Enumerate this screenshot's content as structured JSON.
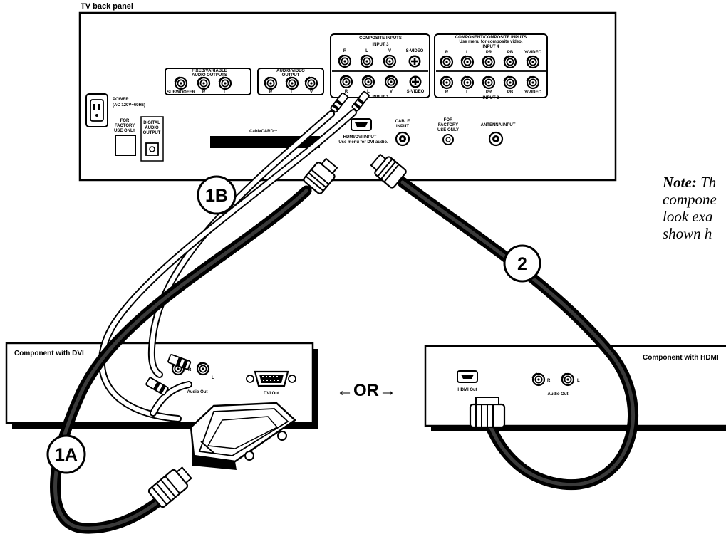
{
  "tv": {
    "title": "TV back panel",
    "power": "POWER",
    "power_sub": "(AC 120V~60Hz)",
    "factory1": [
      "FOR",
      "FACTORY",
      "USE ONLY"
    ],
    "digital_audio": [
      "DIGITAL",
      "AUDIO",
      "OUTPUT"
    ],
    "fixed_audio": [
      "FIXED/VARIABLE",
      "AUDIO OUTPUTS"
    ],
    "fixed_labels": [
      "SUBWOOFER",
      "R",
      "L"
    ],
    "av_output": [
      "AUDIO/VIDEO",
      "OUTPUT"
    ],
    "av_labels": [
      "R",
      "L",
      "V"
    ],
    "composite_title": "COMPOSITE INPUTS",
    "input3": "INPUT 3",
    "input3_labels": [
      "R",
      "L",
      "V",
      "S-VIDEO"
    ],
    "input1": "INPUT 1",
    "input1_labels": [
      "R",
      "L",
      "V",
      "S-VIDEO"
    ],
    "component_title": "COMPONENT/COMPOSITE INPUTS",
    "component_sub": "Use menu for composite video.",
    "input4": "INPUT 4",
    "input4_labels": [
      "R",
      "L",
      "PR",
      "PB",
      "Y/VIDEO"
    ],
    "input2": "INPUT 2",
    "input2_labels": [
      "R",
      "L",
      "PR",
      "PB",
      "Y/VIDEO"
    ],
    "cablecard": "CableCARD™",
    "hdmi_dvi": [
      "HDMI/DVI INPUT",
      "Use menu for DVI audio."
    ],
    "cable_input": [
      "CABLE",
      "INPUT"
    ],
    "factory2": [
      "FOR",
      "FACTORY",
      "USE ONLY"
    ],
    "antenna": "ANTENNA INPUT"
  },
  "dvi_component": {
    "title": "Component with DVI",
    "audio_out": "Audio Out",
    "r": "R",
    "l": "L",
    "dvi_out": "DVI Out"
  },
  "hdmi_component": {
    "title": "Component with HDMI",
    "hdmi_out": "HDMI Out",
    "audio_out": "Audio Out",
    "r": "R",
    "l": "L"
  },
  "or_label": "←OR→",
  "callouts": {
    "c1a": "1A",
    "c1b": "1B",
    "c2": "2"
  },
  "note": {
    "bold": "Note:",
    "lines": [
      "Th",
      "compone",
      "look exa",
      "shown h"
    ]
  }
}
